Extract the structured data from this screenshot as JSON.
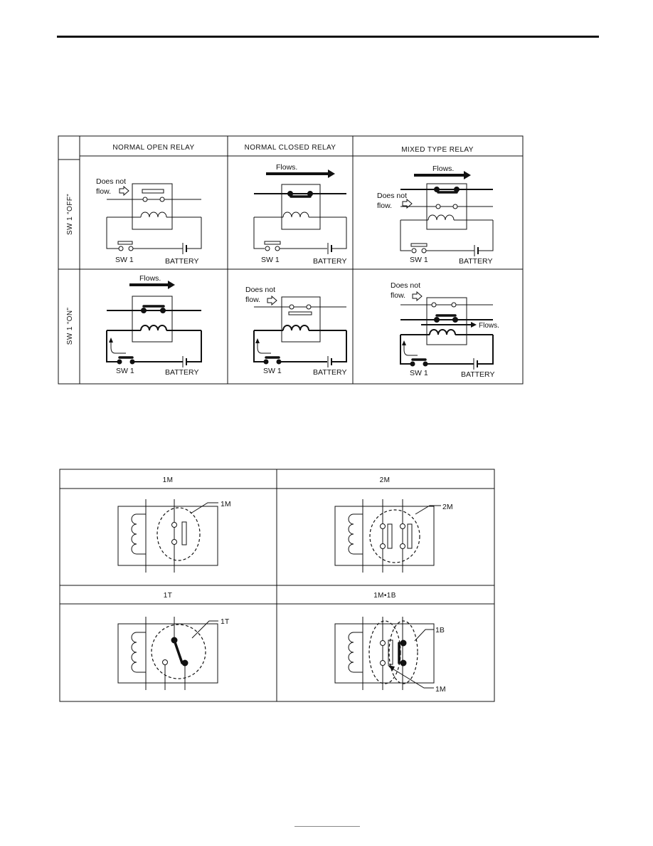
{
  "table1": {
    "col_headers": [
      "NORMAL OPEN RELAY",
      "NORMAL CLOSED RELAY",
      "MIXED TYPE RELAY"
    ],
    "row_headers": [
      "SW 1 “OFF”",
      "SW 1 “ON”"
    ],
    "labels": {
      "does_not_flow_1": "Does not",
      "does_not_flow_2": "flow.",
      "flows": "Flows.",
      "sw1": "SW 1",
      "battery": "BATTERY"
    }
  },
  "table2": {
    "cells": [
      {
        "header": "1M",
        "callout": "1M"
      },
      {
        "header": "2M",
        "callout": "2M"
      },
      {
        "header": "1T",
        "callout": "1T"
      },
      {
        "header": "1M•1B",
        "callout_a": "1B",
        "callout_b": "1M"
      }
    ]
  }
}
